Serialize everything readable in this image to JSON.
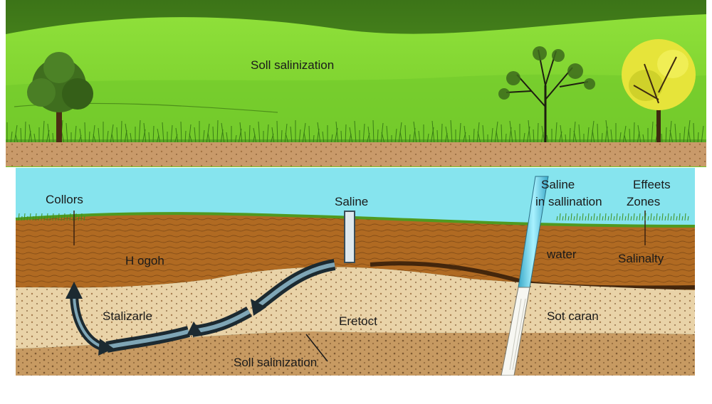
{
  "title": "Soll salinization",
  "labels": {
    "collors": "Collors",
    "saline_center": "Saline",
    "saline_right_line1": "Saline",
    "saline_right_line2": "in sallination",
    "effects_line1": "Effeets",
    "effects_line2": "Zones",
    "hogoh": "H ogoh",
    "water": "water",
    "salinalty": "Salinalty",
    "stalizarle": "Stalizarle",
    "eretoct": "Eretoct",
    "sot_caran": "Sot caran",
    "bottom_title": "Soll salinization"
  },
  "colors": {
    "sky_dark": "#3f7a1a",
    "meadow": "#7fd32a",
    "grass": "#6cbf2b",
    "water_band": "#86e4ee",
    "topsoil": "#b06a22",
    "sand_layer": "#e9d3a8",
    "deep_soil": "#c79a62",
    "pipe": "#3b4e58"
  },
  "icons": [
    "tree-icon",
    "bare-tree-icon",
    "yellow-tree-icon",
    "flow-arrow-icon",
    "pipe-icon",
    "well-icon"
  ]
}
